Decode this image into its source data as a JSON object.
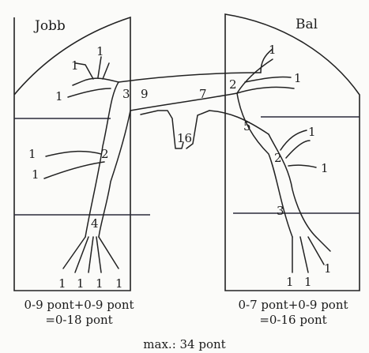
{
  "lung_labels": {
    "right": "Jobb",
    "left": "Bal"
  },
  "right_lung_numbers": {
    "upper": [
      "1",
      "1",
      "1",
      "3"
    ],
    "middle": [
      "1",
      "1",
      "2"
    ],
    "lower": [
      "4",
      "1",
      "1",
      "1",
      "1"
    ],
    "hilum": "9"
  },
  "left_lung_numbers": {
    "upper": [
      "1",
      "1",
      "2"
    ],
    "middle": [
      "1",
      "1",
      "2"
    ],
    "lower": [
      "3",
      "1",
      "1",
      "1"
    ],
    "hilum": [
      "7",
      "5"
    ]
  },
  "trachea_number": "16",
  "captions": {
    "right_line1": "0-9 pont+0-9 pont",
    "right_line2": "=0-18 pont",
    "left_line1": "0-7 pont+0-9 pont",
    "left_line2": "=0-16 pont",
    "max": "max.: 34 pont"
  }
}
